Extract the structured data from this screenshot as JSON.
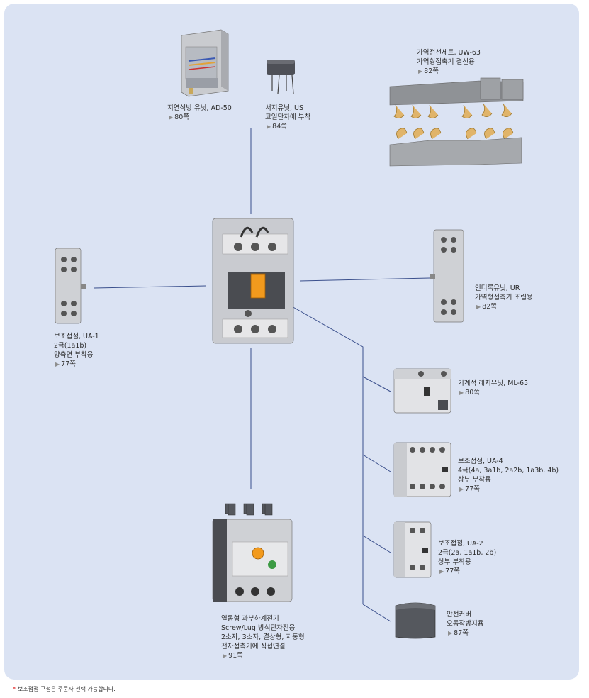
{
  "parts": {
    "ad50": {
      "name": "지연석방 유닛, AD-50",
      "page": "80쪽"
    },
    "us": {
      "line1": "서지유닛, US",
      "line2": "코일단자에 부착",
      "page": "84쪽"
    },
    "uw63": {
      "line1": "가역전선세트, UW-63",
      "line2": "가역형접촉기 결선용",
      "page": "82쪽"
    },
    "ua1": {
      "line1": "보조접점, UA-1",
      "line2": "2극(1a1b)",
      "line3": "양측면 부착용",
      "page": "77쪽"
    },
    "ur": {
      "line1": "인터록유닛, UR",
      "line2": "가역형접촉기 조립용",
      "page": "82쪽"
    },
    "ml65": {
      "line1": "기계적 래치유닛, ML-65",
      "page": "80쪽"
    },
    "ua4": {
      "line1": "보조접점, UA-4",
      "line2": "4극(4a, 3a1b, 2a2b, 1a3b, 4b)",
      "line3": "상부 부착용",
      "page": "77쪽"
    },
    "ua2": {
      "line1": "보조접점, UA-2",
      "line2": "2극(2a, 1a1b, 2b)",
      "line3": "상부 부착용",
      "page": "77쪽"
    },
    "cover": {
      "line1": "안전커버",
      "line2": "오동작방지용",
      "page": "87쪽"
    },
    "overload": {
      "line1": "열동형 과부하계전기",
      "line2": "Screw/Lug 방식단자전용",
      "line3": "2소자, 3소자, 결상형, 지동형",
      "line4": "전자접촉기에 직접연결",
      "page": "91쪽"
    }
  },
  "footnote": "보조접점 구성은 주문자 선택 가능합니다.",
  "footnote_mark": "*",
  "colors": {
    "panel": "#dbe3f3",
    "line": "#3a4f8c",
    "accent_orange": "#f29a1d",
    "footnote_star": "#dd1111"
  }
}
